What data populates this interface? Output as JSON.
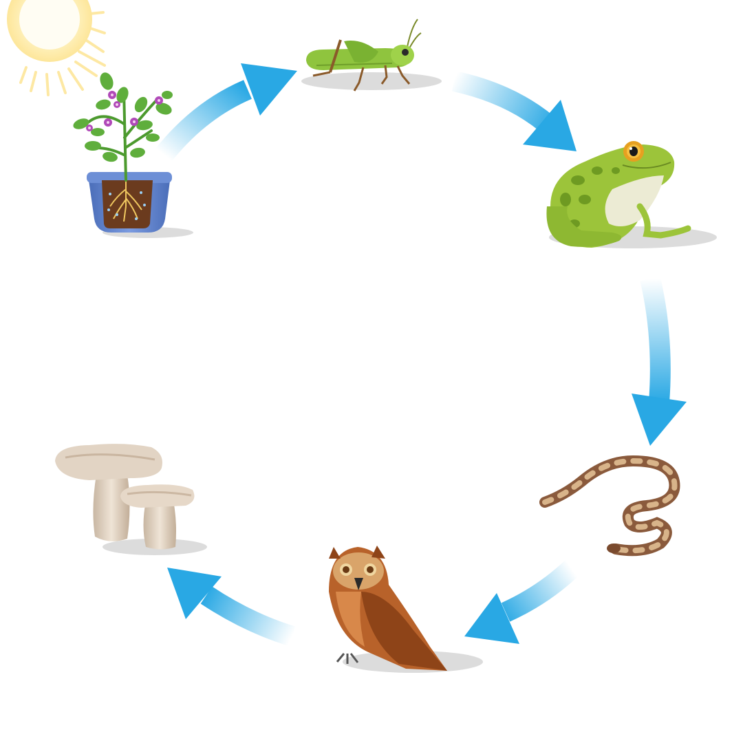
{
  "diagram": {
    "type": "food-chain-cycle",
    "nodes": [
      {
        "id": "sun",
        "icon": "sun-icon"
      },
      {
        "id": "plant",
        "icon": "potted-plant-icon"
      },
      {
        "id": "grasshopper",
        "icon": "grasshopper-icon"
      },
      {
        "id": "frog",
        "icon": "frog-icon"
      },
      {
        "id": "snake",
        "icon": "snake-icon"
      },
      {
        "id": "owl",
        "icon": "owl-icon"
      },
      {
        "id": "mushrooms",
        "icon": "mushroom-icon"
      }
    ],
    "arrows": [
      {
        "from": "plant",
        "to": "grasshopper"
      },
      {
        "from": "grasshopper",
        "to": "frog"
      },
      {
        "from": "frog",
        "to": "snake"
      },
      {
        "from": "snake",
        "to": "owl"
      },
      {
        "from": "owl",
        "to": "mushrooms"
      }
    ],
    "colors": {
      "arrow": "#29a8e4",
      "sun": "#fde69a",
      "plant_leaf": "#5fae3c",
      "flower": "#b04ab8",
      "pot": "#5b7fc8",
      "grasshopper": "#8fc43e",
      "frog": "#9cc43a",
      "snake": "#8a5a3c",
      "owl": "#b8622a",
      "mushroom": "#e2d4c4",
      "shadow": "#dcdcdc"
    }
  }
}
